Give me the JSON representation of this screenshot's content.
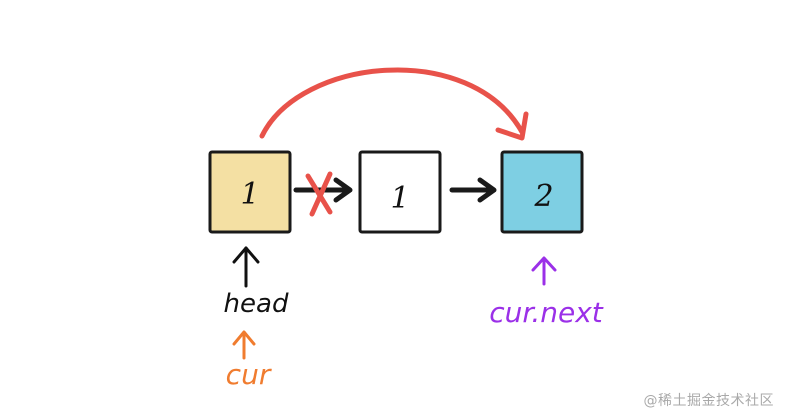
{
  "nodes": [
    {
      "label": "1",
      "fill": "#f4e0a3"
    },
    {
      "label": "1",
      "fill": "#ffffff"
    },
    {
      "label": "2",
      "fill": "#7ecfe3"
    }
  ],
  "labels": {
    "head": "head",
    "cur": "cur",
    "cur_next": "cur.next"
  },
  "watermark": "@稀土掘金技术社区",
  "colors": {
    "stroke": "#1a1a1a",
    "skip_arrow": "#e8524a",
    "removed_link_x": "#e8524a",
    "head": "#111111",
    "cur": "#f07c2f",
    "cur_next": "#9b30e8"
  },
  "icons": {
    "skip_arrow": "curved-arrow-icon",
    "removed_link": "x-mark-icon",
    "pointer": "up-arrow-icon"
  }
}
